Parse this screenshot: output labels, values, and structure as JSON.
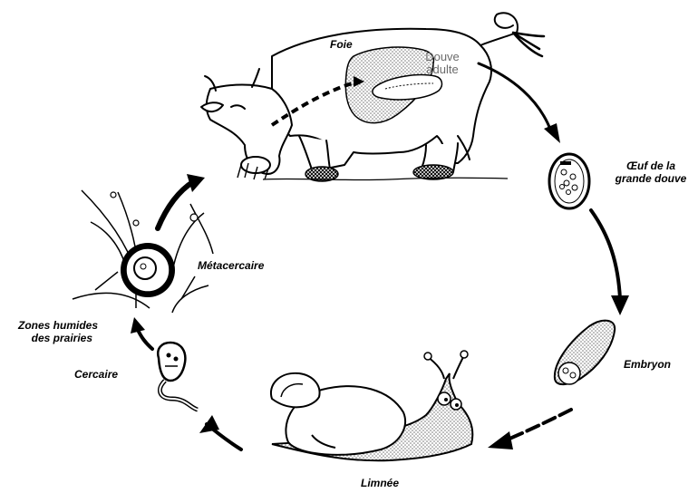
{
  "labels": {
    "foie": "Foie",
    "douve_adulte_1": "Douve",
    "douve_adulte_2": "adulte",
    "oeuf_1": "Œuf de la",
    "oeuf_2": "grande douve",
    "embryon": "Embryon",
    "limnee": "Limnée",
    "cercaire": "Cercaire",
    "zones_1": "Zones humides",
    "zones_2": "des prairies",
    "metacercaire": "Métacercaire"
  },
  "colors": {
    "ink": "#000000",
    "stipple": "#9a9a9a",
    "label_gray": "#6b6b6b"
  },
  "icons": [
    "cow-illustration",
    "liver-icon",
    "fluke-icon",
    "egg-icon",
    "embryo-icon",
    "snail-icon",
    "cercaria-icon",
    "metacercaria-icon",
    "grass-icon"
  ]
}
